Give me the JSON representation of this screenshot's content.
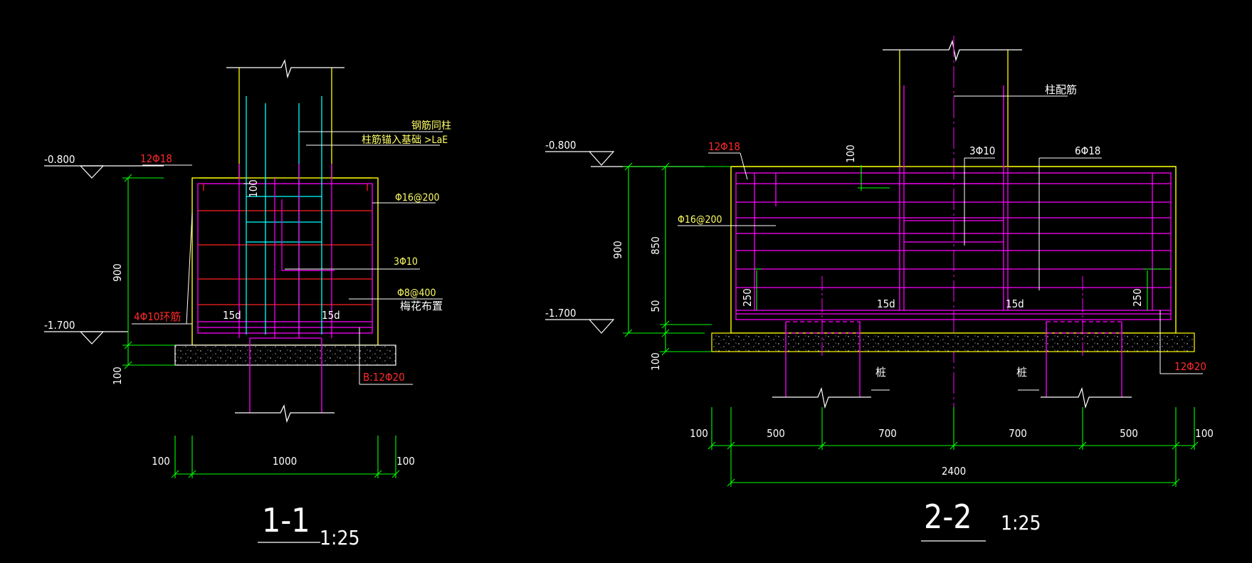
{
  "colors": {
    "background": "#000000",
    "concrete": "#ffff00",
    "rebar": "#ff00ff",
    "stirrup": "#ff2020",
    "column_rebar": "#00ffff",
    "dimension": "#00ff00",
    "pile": "#ff00ff",
    "label": "#ffffff",
    "callout": "#ffff66",
    "callout_red": "#ff2a2a"
  },
  "section1": {
    "title": "1-1",
    "scale": "1:25",
    "elev_top": "-0.800",
    "elev_bottom": "-1.700",
    "dim_height": "900",
    "dim_bed": "100",
    "dim_widths": [
      "100",
      "1000",
      "100"
    ],
    "dim_100_inner": "100",
    "labels": {
      "top_bar": "12Φ18",
      "column_rebar_same": "钢筋同柱",
      "column_anchor": "柱筋锚入基础 >LaE",
      "side_bars": "Φ16@200",
      "ties": "3Φ10",
      "spacing": "Φ8@400",
      "plum": "梅花布置",
      "ring": "4Φ10环筋",
      "bottom_bar": "B:12Φ20",
      "lap_left": "15d",
      "lap_right": "15d"
    }
  },
  "section2": {
    "title": "2-2",
    "scale": "1:25",
    "elev_top": "-0.800",
    "elev_bottom": "-1.700",
    "dim_900": "900",
    "dim_850": "850",
    "dim_50": "50",
    "dim_100_bed": "100",
    "dim_100_top": "100",
    "dim_250_left": "250",
    "dim_250_right": "250",
    "dim_widths": [
      "100",
      "500",
      "700",
      "700",
      "500",
      "100"
    ],
    "dim_total": "2400",
    "labels": {
      "column_rebar": "柱配筋",
      "top_bar": "12Φ18",
      "ties": "3Φ10",
      "main_bar": "6Φ18",
      "side_bars": "Φ16@200",
      "bottom_bar": "12Φ20",
      "pile_left": "桩",
      "pile_right": "桩",
      "lap_left": "15d",
      "lap_right": "15d"
    }
  }
}
